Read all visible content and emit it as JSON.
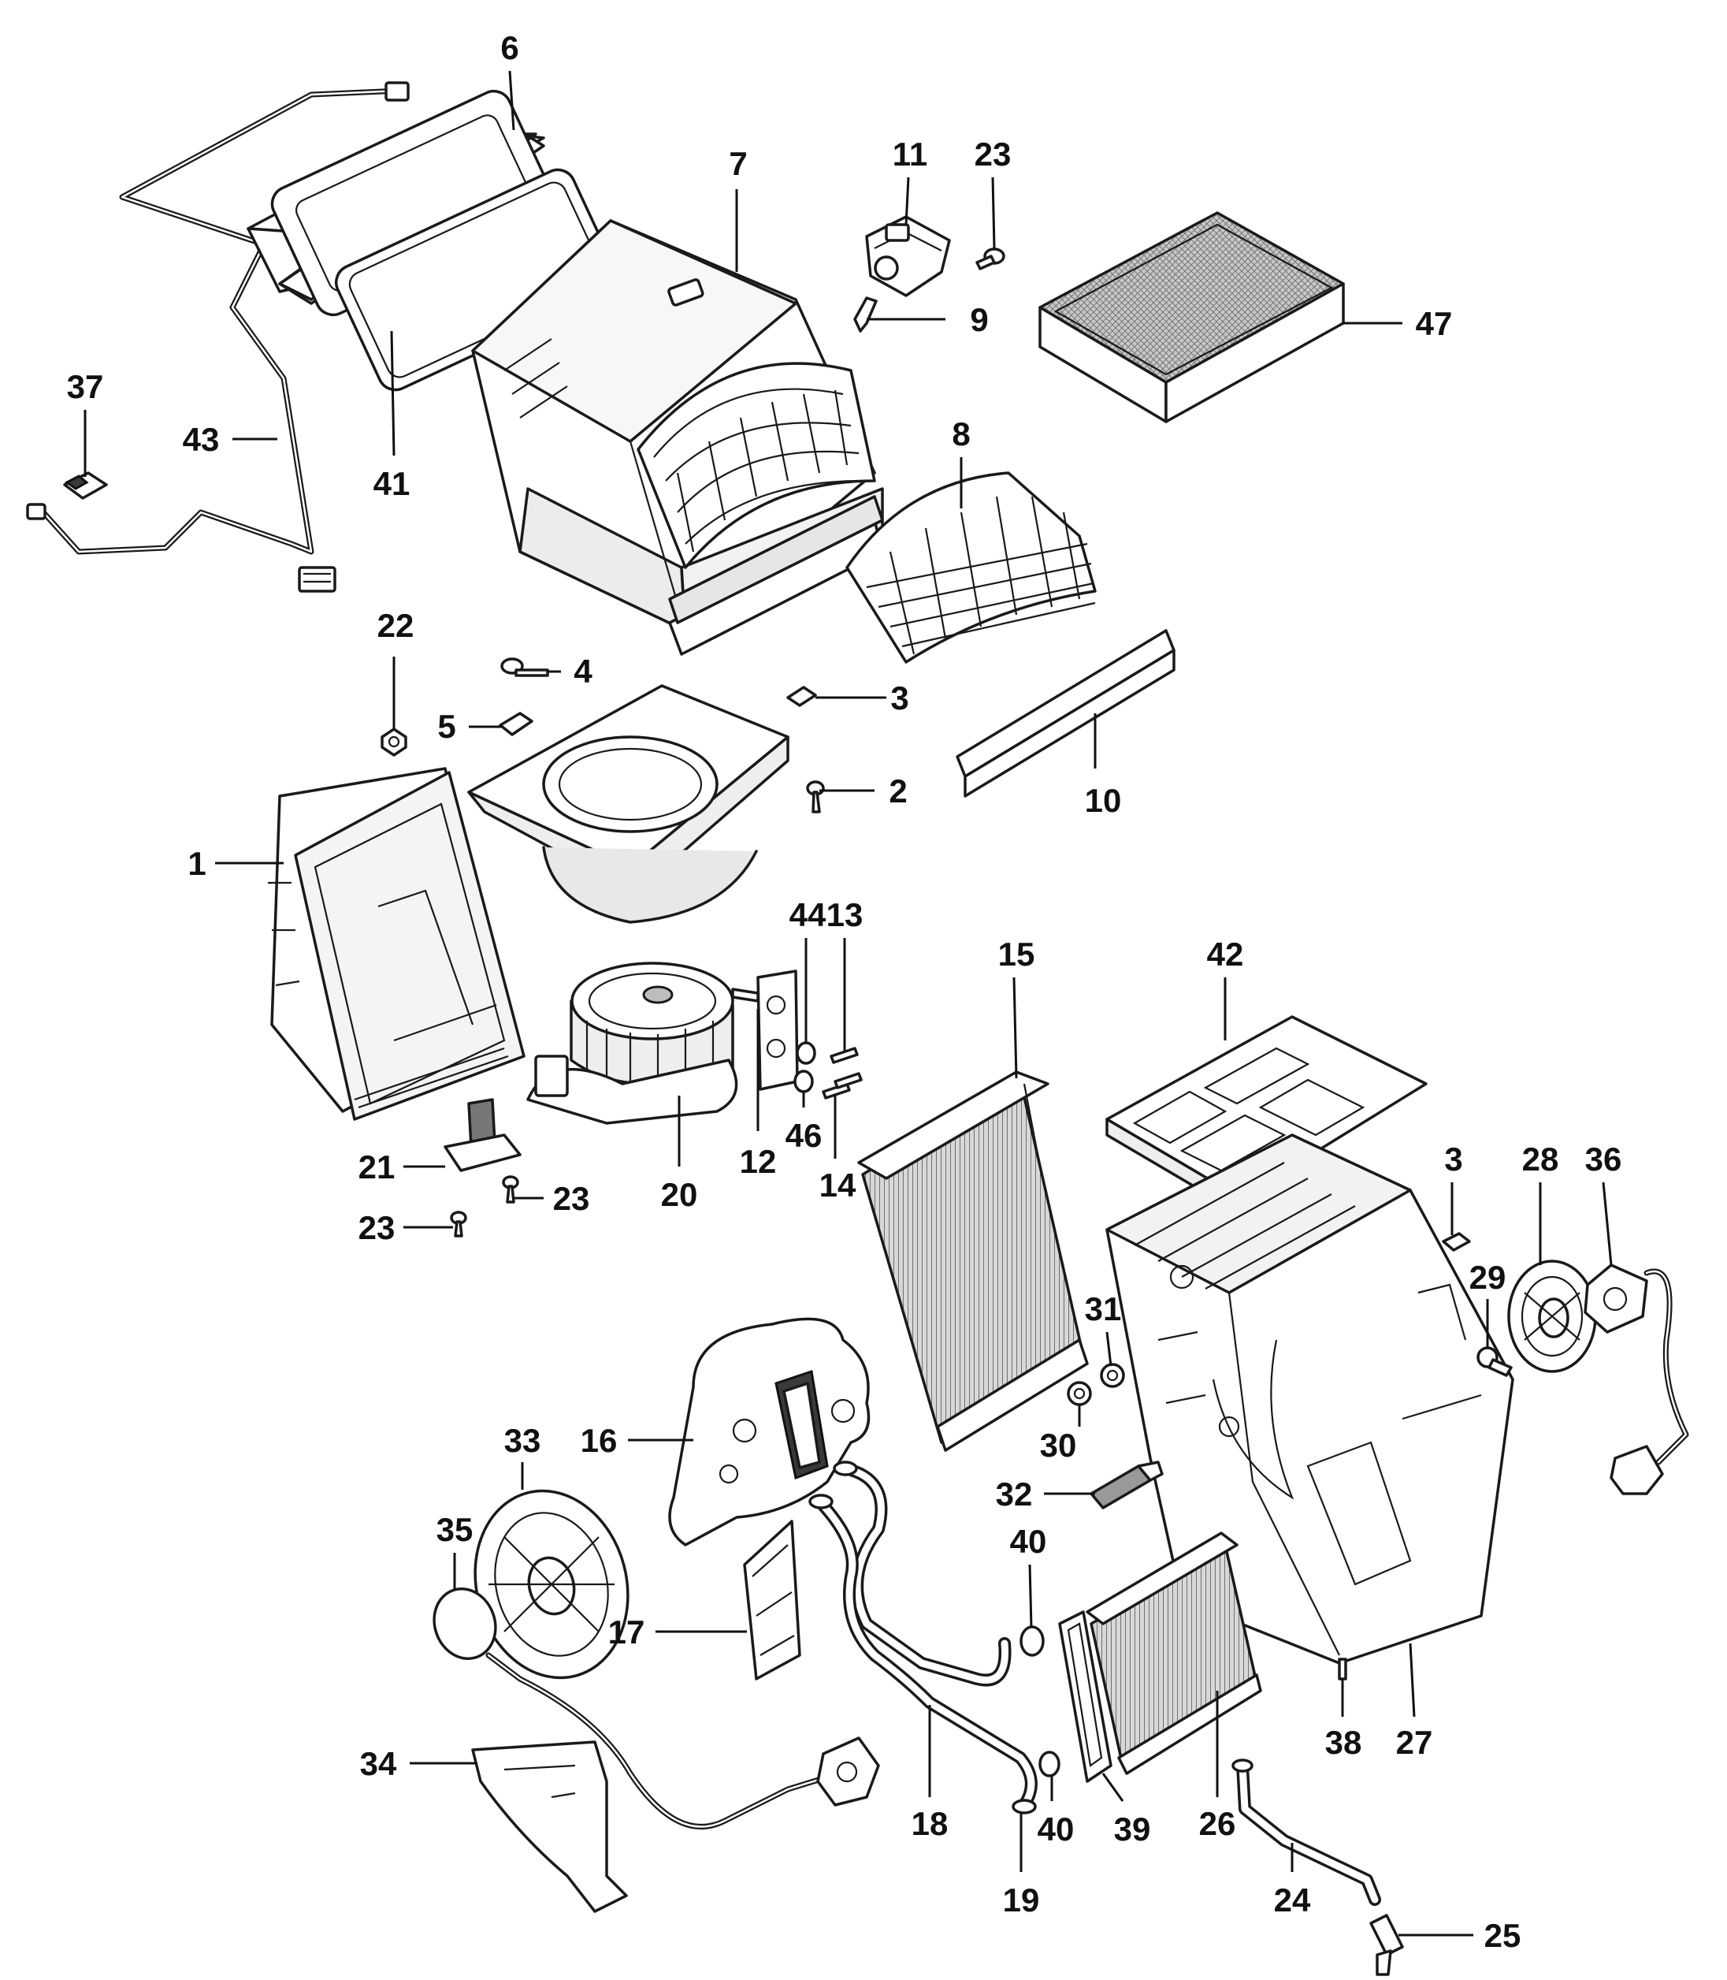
{
  "callouts": {
    "c1": "1",
    "c2": "2",
    "c3a": "3",
    "c3b": "3",
    "c4": "4",
    "c5": "5",
    "c6": "6",
    "c7": "7",
    "c8": "8",
    "c9": "9",
    "c10": "10",
    "c11": "11",
    "c12": "12",
    "c13": "13",
    "c14": "14",
    "c15": "15",
    "c16": "16",
    "c17": "17",
    "c18": "18",
    "c19": "19",
    "c20": "20",
    "c21": "21",
    "c22": "22",
    "c23a": "23",
    "c23b": "23",
    "c23c": "23",
    "c24": "24",
    "c25": "25",
    "c26": "26",
    "c27": "27",
    "c28": "28",
    "c29": "29",
    "c30": "30",
    "c31": "31",
    "c32": "32",
    "c33": "33",
    "c34": "34",
    "c35": "35",
    "c36": "36",
    "c37": "37",
    "c38": "38",
    "c39": "39",
    "c40a": "40",
    "c40b": "40",
    "c41": "41",
    "c42": "42",
    "c43": "43",
    "c44": "44",
    "c46": "46",
    "c47": "47"
  }
}
